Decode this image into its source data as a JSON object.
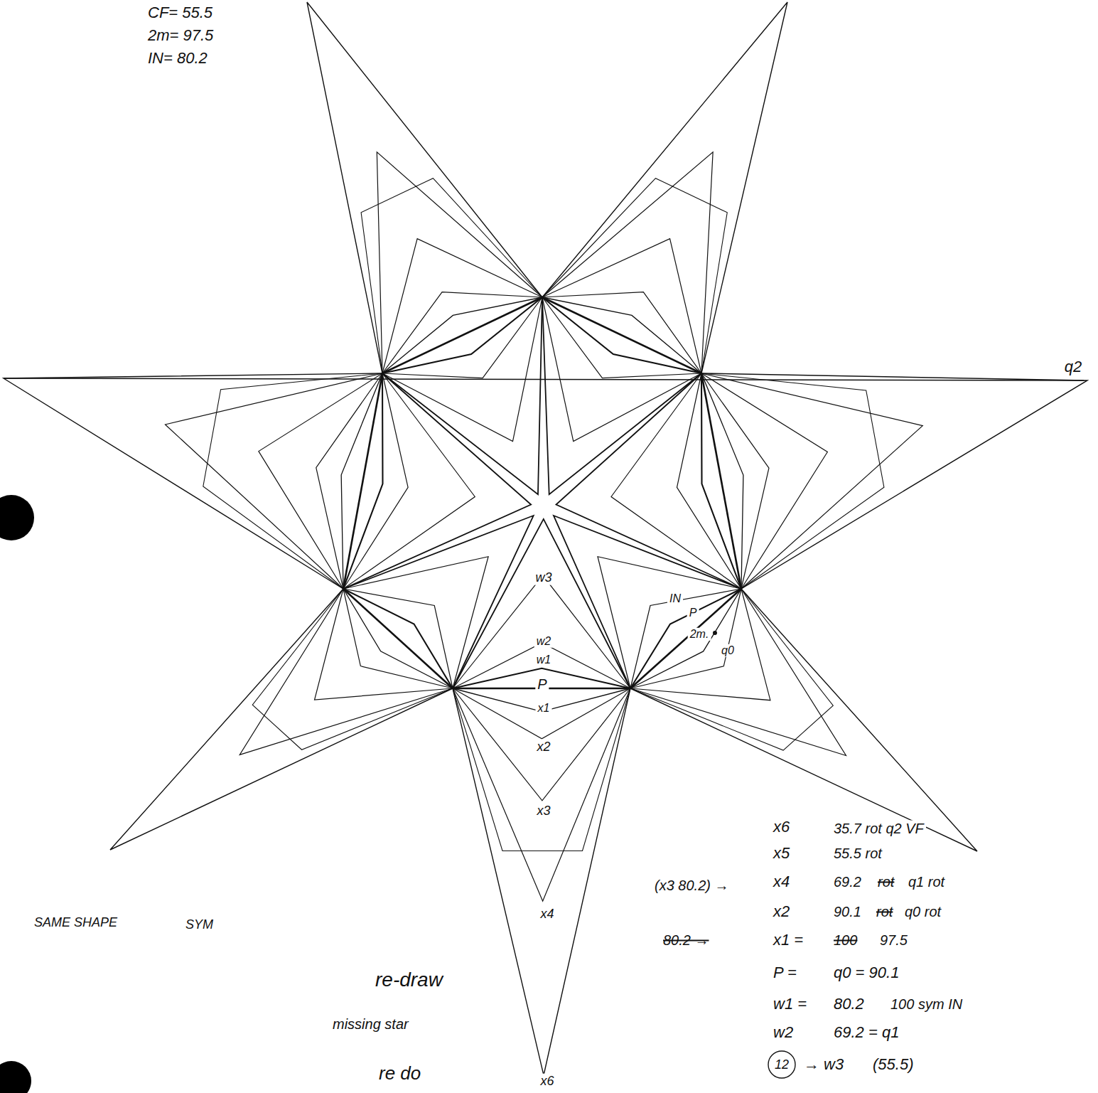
{
  "diagram": {
    "labels": [
      "CF= 55.5",
      "2m= 97.5",
      "IN= 80.2",
      "q2",
      "w3",
      "w2",
      "w1",
      "P",
      "x1",
      "x2",
      "x3",
      "x4",
      "x6",
      "IN",
      "P",
      "2m.",
      "q0",
      "SAME SHAPE",
      "SYM",
      "re-draw",
      "missing star",
      "re do",
      "x6",
      "35.7 rot q2 VF",
      "x5",
      "55.5 rot",
      "(x3 80.2) →",
      "x4",
      "69.2",
      "rot",
      "q1 rot",
      "x2",
      "90.1",
      "rot",
      "q0 rot",
      "80.2 →",
      "x1 =",
      "100",
      "97.5",
      "P =",
      "q0 = 90.1",
      "w1 =",
      "80.2",
      "100 sym IN",
      "w2",
      "69.2 = q1",
      "12",
      "→ w3",
      "(55.5)"
    ]
  }
}
